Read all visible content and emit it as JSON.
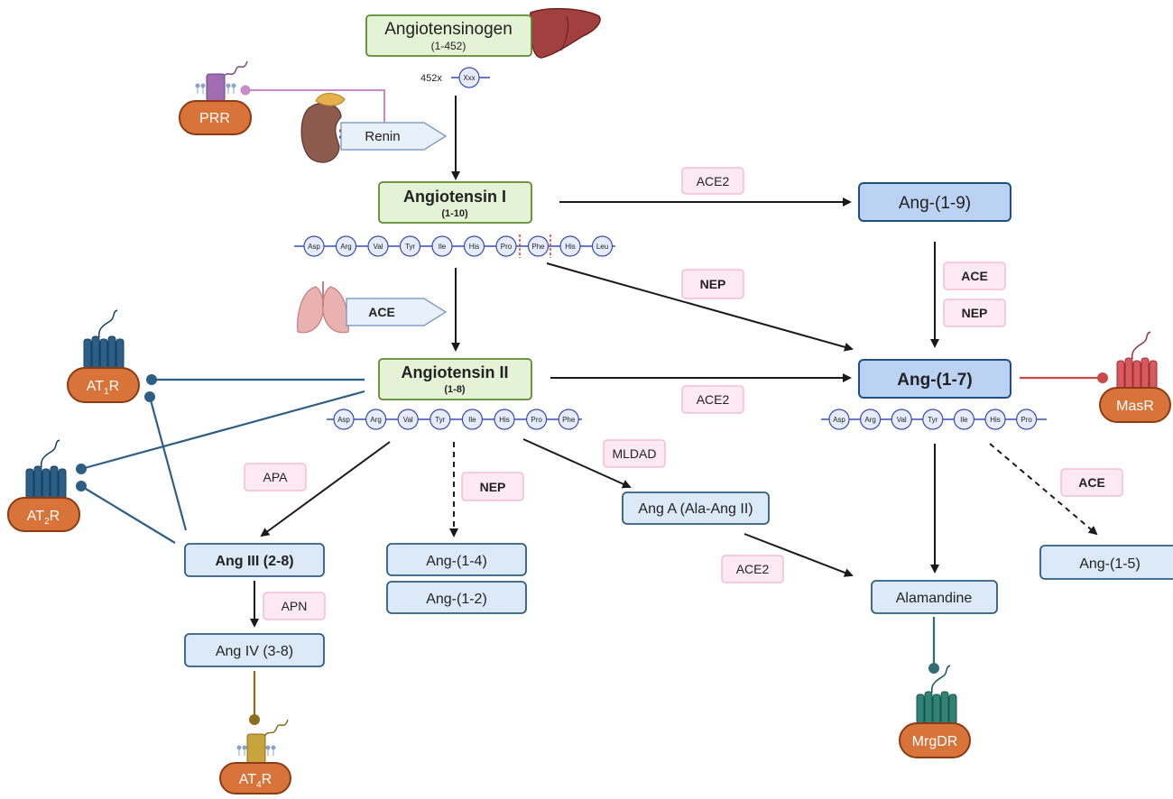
{
  "nodes": {
    "angiotensinogen": {
      "title": "Angiotensinogen",
      "sub": "(1-452)"
    },
    "ang1": {
      "title": "Angiotensin I",
      "sub": "(1-10)"
    },
    "ang2": {
      "title": "Angiotensin II",
      "sub": "(1-8)"
    },
    "ang19": {
      "title": "Ang-(1-9)"
    },
    "ang17": {
      "title": "Ang-(1-7)"
    },
    "ang3": {
      "title": "Ang III (2-8)"
    },
    "ang4": {
      "title": "Ang IV (3-8)"
    },
    "ang14": {
      "title": "Ang-(1-4)"
    },
    "ang12": {
      "title": "Ang-(1-2)"
    },
    "angA": {
      "title": "Ang A (Ala-Ang II)"
    },
    "alamandine": {
      "title": "Alamandine"
    },
    "ang15": {
      "title": "Ang-(1-5)"
    }
  },
  "enzymes": {
    "renin": "Renin",
    "ace_lung": "ACE",
    "ace2_top": "ACE2",
    "nep_mid": "NEP",
    "ace_right": "ACE",
    "nep_right": "NEP",
    "ace2_mid": "ACE2",
    "mldad": "MLDAD",
    "apa": "APA",
    "nep_low": "NEP",
    "apn": "APN",
    "ace2_low": "ACE2",
    "ace_low": "ACE"
  },
  "receptors": {
    "prr": "PRR",
    "at1r": {
      "pre": "AT",
      "sub": "1",
      "post": "R"
    },
    "at2r": {
      "pre": "AT",
      "sub": "2",
      "post": "R"
    },
    "at4r": {
      "pre": "AT",
      "sub": "4",
      "post": "R"
    },
    "masr": "MasR",
    "mrgdr": "MrgDR"
  },
  "chains": {
    "agt": {
      "prefix": "452x",
      "residues": [
        "Xxx"
      ]
    },
    "ang1": {
      "residues": [
        "Asp",
        "Arg",
        "Val",
        "Tyr",
        "Ile",
        "His",
        "Pro",
        "Phe",
        "His",
        "Leu"
      ]
    },
    "ang2": {
      "residues": [
        "Asp",
        "Arg",
        "Val",
        "Tyr",
        "Ile",
        "His",
        "Pro",
        "Phe"
      ]
    },
    "ang17": {
      "residues": [
        "Asp",
        "Arg",
        "Val",
        "Tyr",
        "Ile",
        "His",
        "Pro"
      ]
    }
  },
  "colors": {
    "precursor_fill": "#e4f2d6",
    "precursor_stroke": "#5c8a2e",
    "product_fill": "#dceaf8",
    "product_stroke": "#2e5d82",
    "key_fill": "#bcd2f3",
    "key_stroke": "#1f4f86",
    "enzyme_fill": "#fde9f1",
    "enzyme_stroke": "#f4bdd3",
    "receptor_fill": "#d8743a",
    "receptor_stroke": "#8b3c14",
    "at_receptor": "#2d5f86",
    "mas_receptor": "#d85a5f",
    "mrgd_receptor": "#2f8274",
    "at4_receptor": "#c8a43e",
    "prr_receptor": "#a06db0",
    "chain_line": "#3a4bb0",
    "bead_fill": "#e6ecfb"
  }
}
